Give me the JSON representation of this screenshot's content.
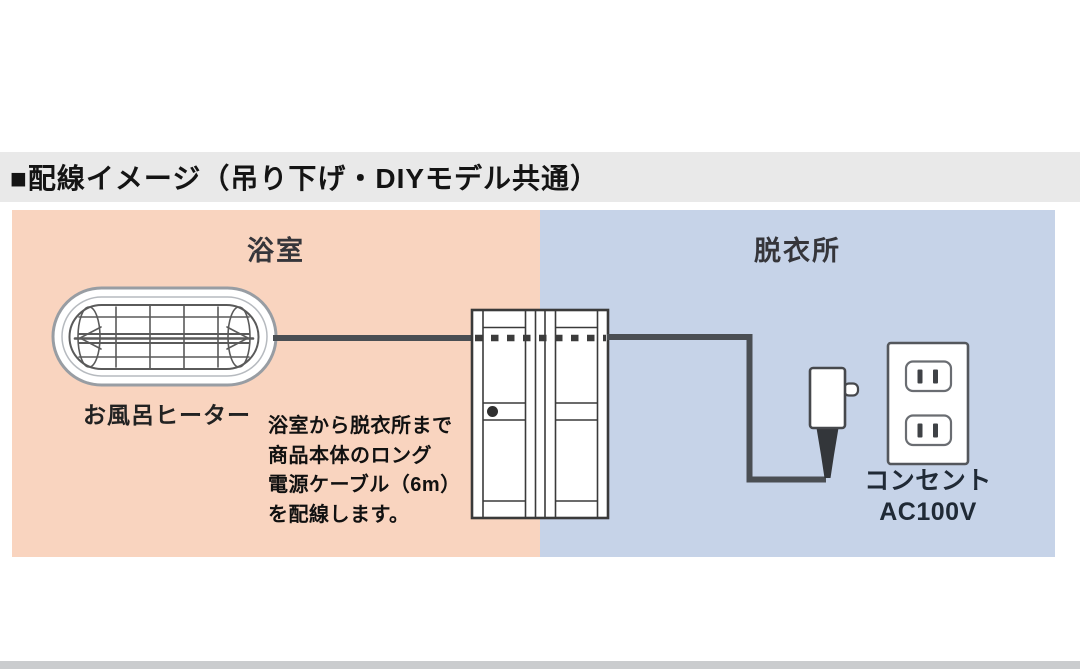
{
  "title": {
    "text": "■配線イメージ（吊り下げ・DIYモデル共通）"
  },
  "zones": [
    {
      "name": "bathroom",
      "label": "浴室",
      "bg_color": "#f9d4bf"
    },
    {
      "name": "dressing-room",
      "label": "脱衣所",
      "bg_color": "#c6d3e8"
    }
  ],
  "heater": {
    "label": "お風呂ヒーター"
  },
  "cable_note": {
    "text": "浴室から脱衣所まで\n商品本体のロング\n電源ケーブル（6m）\nを配線します。"
  },
  "outlet": {
    "label_line1": "コンセント",
    "label_line2": "AC100V"
  },
  "icons": {
    "heater": "bath-heater-illustration",
    "door": "door-illustration",
    "cable": "power-cable-line",
    "plug": "power-plug-illustration",
    "outlet": "wall-outlet-illustration"
  },
  "colors": {
    "title_band_bg": "#e9e9e9",
    "bathroom_bg": "#f9d4bf",
    "dressing_room_bg": "#c6d3e8",
    "cable": "#4a4e53",
    "line_art": "#3a3a3a",
    "bottom_strip": "#caccce"
  }
}
